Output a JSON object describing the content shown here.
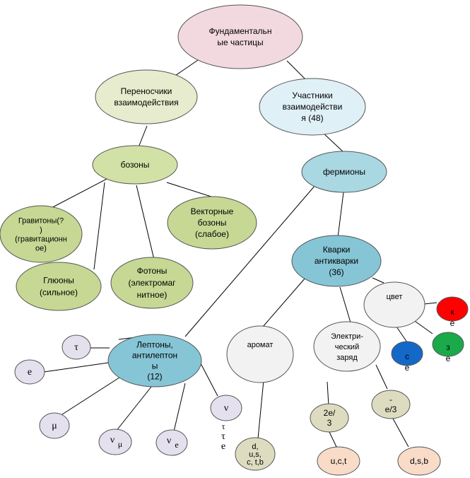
{
  "nodes": {
    "root": {
      "lines": [
        "Фундаментальн",
        "ые частицы"
      ],
      "color": "#f2d9e0"
    },
    "carriers": {
      "lines": [
        "Переносчики",
        "взаимодействия"
      ],
      "color": "#e6eccd"
    },
    "participants": {
      "lines": [
        "Участники",
        "взаимодействи",
        "я (48)"
      ],
      "color": "#dff0f6"
    },
    "bosons": {
      "lines": [
        "бозоны"
      ],
      "color": "#d2e2a6"
    },
    "fermions": {
      "lines": [
        "фермионы"
      ],
      "color": "#a9d8e3"
    },
    "gravitons": {
      "lines": [
        "Гравитоны(?",
        ")",
        "(гравитационн",
        "ое)"
      ],
      "color": "#c6d894"
    },
    "vector_bosons": {
      "lines": [
        "Векторные",
        "бозоны",
        "(слабое)"
      ],
      "color": "#c6d894"
    },
    "gluons": {
      "lines": [
        "Глюоны",
        "(сильное)"
      ],
      "color": "#c6d894"
    },
    "photons": {
      "lines": [
        "Фотоны",
        "(электромаг",
        "нитное)"
      ],
      "color": "#c6d894"
    },
    "quarks": {
      "lines": [
        "Кварки",
        "антикварки",
        "(36)"
      ],
      "color": "#86c5d6"
    },
    "leptons": {
      "lines": [
        "Лептоны,",
        "антилептон",
        "ы",
        "(12)"
      ],
      "color": "#86c5d6"
    },
    "color": {
      "lines": [
        "цвет"
      ],
      "color": "#f2f2f2"
    },
    "flavor": {
      "lines": [
        "аромат"
      ],
      "color": "#f2f2f2"
    },
    "charge": {
      "lines": [
        "Электри-",
        "ческий",
        "заряд"
      ],
      "color": "#f2f2f2"
    },
    "red": {
      "lines": [
        "к",
        "е"
      ],
      "color": "#ff0000"
    },
    "green": {
      "lines": [
        "з",
        "е"
      ],
      "color": "#1aaa4a"
    },
    "blue": {
      "lines": [
        "с",
        "е"
      ],
      "color": "#1468c8"
    },
    "tau": {
      "lines": [
        "τ"
      ],
      "color": "#e4e0ee"
    },
    "electron": {
      "lines": [
        "e"
      ],
      "color": "#e4e0ee"
    },
    "muon": {
      "lines": [
        "μ"
      ],
      "color": "#e4e0ee"
    },
    "nu_mu": {
      "lines": [
        "ν",
        "μ"
      ],
      "color": "#e4e0ee"
    },
    "nu_e": {
      "lines": [
        "ν",
        "e"
      ],
      "color": "#e4e0ee"
    },
    "nu_tau": {
      "lines": [
        "ν"
      ],
      "outside": [
        "τ",
        "τ",
        "e"
      ],
      "color": "#e4e0ee"
    },
    "dus": {
      "lines": [
        "d,",
        "u,s,",
        "c, t,b"
      ],
      "color": "#dedcc0"
    },
    "two_thirds": {
      "lines": [
        "2e/",
        "3"
      ],
      "color": "#dedcc0"
    },
    "minus_third": {
      "lines": [
        "-",
        "e/3"
      ],
      "color": "#dedcc0"
    },
    "uct": {
      "lines": [
        "u,c,t"
      ],
      "color": "#f8dcc8"
    },
    "dsb": {
      "lines": [
        "d,s,b"
      ],
      "color": "#f8dcc8"
    }
  }
}
